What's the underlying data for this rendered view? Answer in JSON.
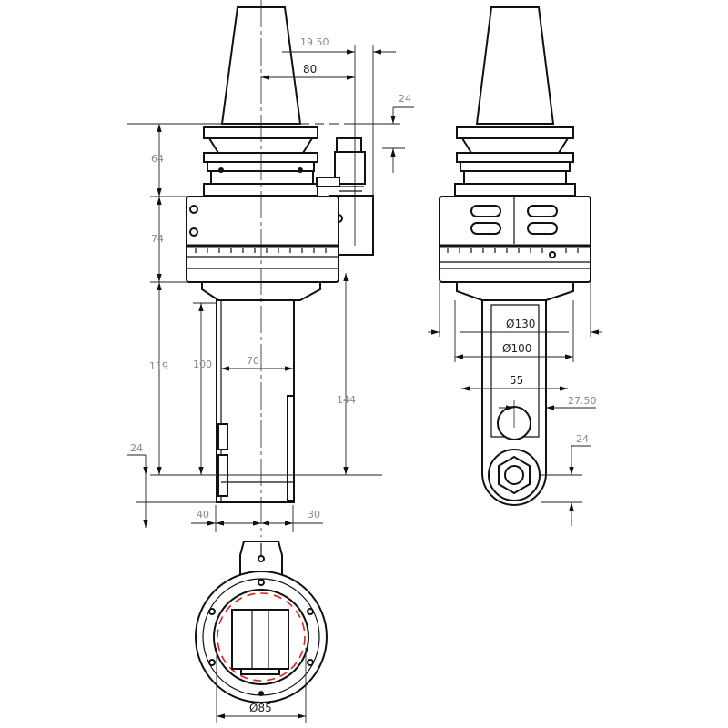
{
  "drawing": {
    "side_view": {
      "dims": {
        "offset_top": "19.50",
        "offset_80": "80",
        "clamp_24": "24",
        "h_64": "64",
        "h_74": "74",
        "h_119": "119",
        "h_100": "100",
        "w_70": "70",
        "h_144": "144",
        "bottom_24": "24",
        "w_40": "40",
        "w_30": "30"
      }
    },
    "front_view": {
      "dims": {
        "dia_130": "Ø130",
        "dia_100": "Ø100",
        "w_55": "55",
        "w_27_50": "27.50",
        "h_24": "24"
      }
    },
    "bottom_view": {
      "dims": {
        "dia_85": "Ø85"
      }
    },
    "colors": {
      "line": "#111111",
      "dimension_text": "#888888",
      "hidden_circle": "#e02020"
    }
  }
}
